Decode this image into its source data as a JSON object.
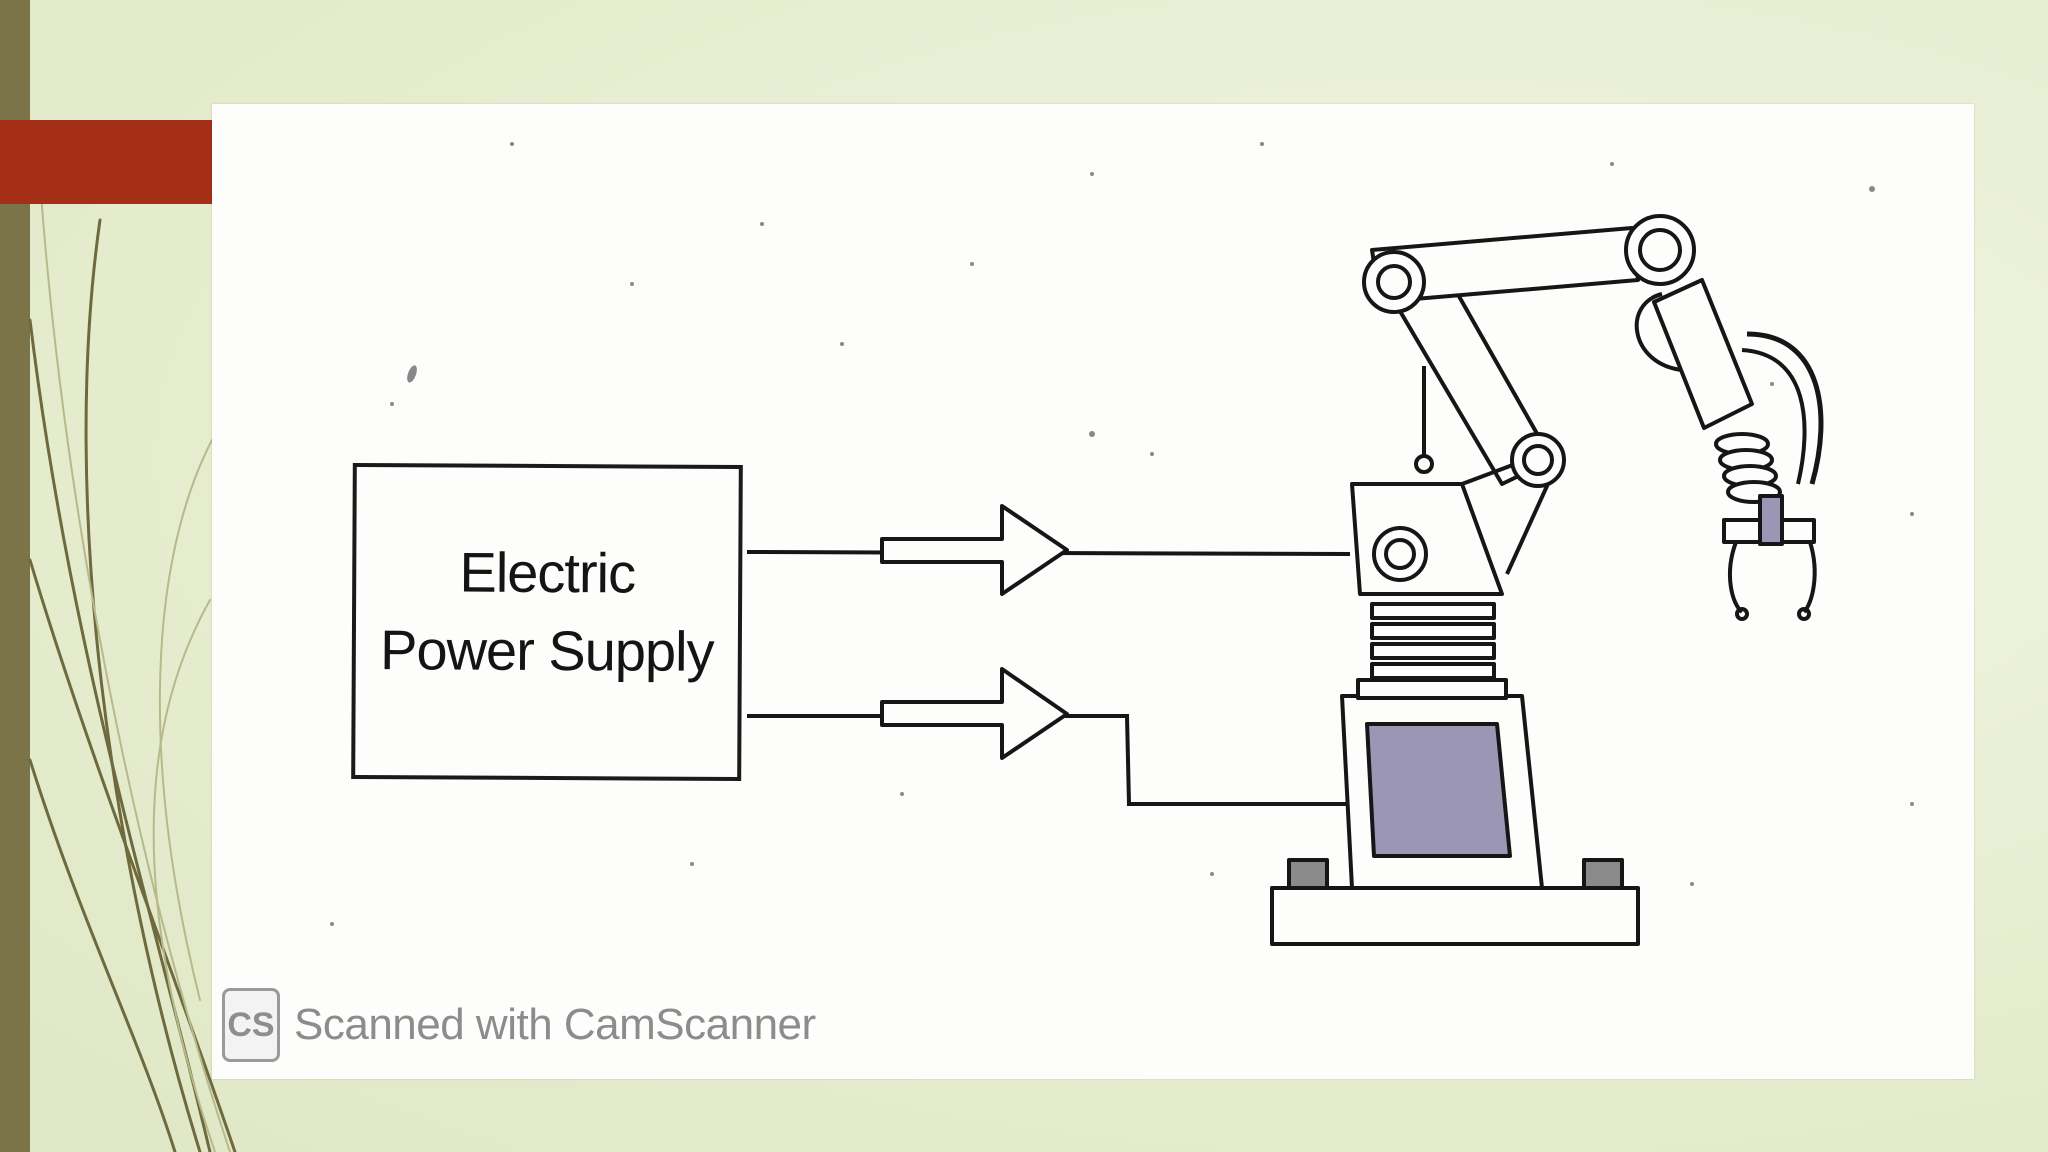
{
  "slide": {
    "accent_color": "#a52f16",
    "side_bar_color": "#7a7448",
    "background_color": "#e6edcf"
  },
  "diagram": {
    "power_supply": {
      "line1": "Electric",
      "line2": "Power Supply"
    },
    "connections": 2,
    "arrow_direction": "right",
    "target": "robot-arm-icon"
  },
  "watermark": {
    "logo": "CS",
    "text": "Scanned with CamScanner"
  }
}
